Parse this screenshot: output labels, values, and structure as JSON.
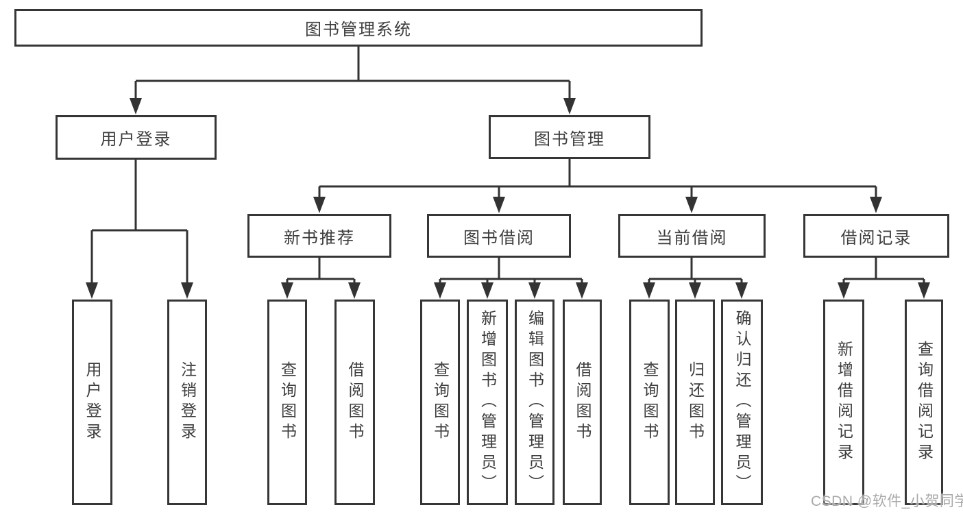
{
  "root": {
    "label": "图书管理系统"
  },
  "level1": {
    "user_login": {
      "label": "用户登录"
    },
    "book_management": {
      "label": "图书管理"
    }
  },
  "level2": {
    "new_book_recommend": {
      "label": "新书推荐"
    },
    "book_borrow": {
      "label": "图书借阅"
    },
    "current_borrow": {
      "label": "当前借阅"
    },
    "borrow_record": {
      "label": "借阅记录"
    }
  },
  "leaves": {
    "user_login": [
      "用户登录",
      "注销登录"
    ],
    "new_book_recommend": [
      "查询图书",
      "借阅图书"
    ],
    "book_borrow": [
      "查询图书",
      "新增图书（管理员）",
      "编辑图书（管理员）",
      "借阅图书"
    ],
    "current_borrow": [
      "查询图书",
      "归还图书",
      "确认归还（管理员）"
    ],
    "borrow_record": [
      "新增借阅记录",
      "查询借阅记录"
    ]
  },
  "watermark": {
    "label": "CSDN @软件_小贺同学"
  },
  "colors": {
    "line": "#333333",
    "border": "#363636",
    "text": "#3d3d3d",
    "watermark": "#a9a9a9",
    "background": "#ffffff"
  }
}
